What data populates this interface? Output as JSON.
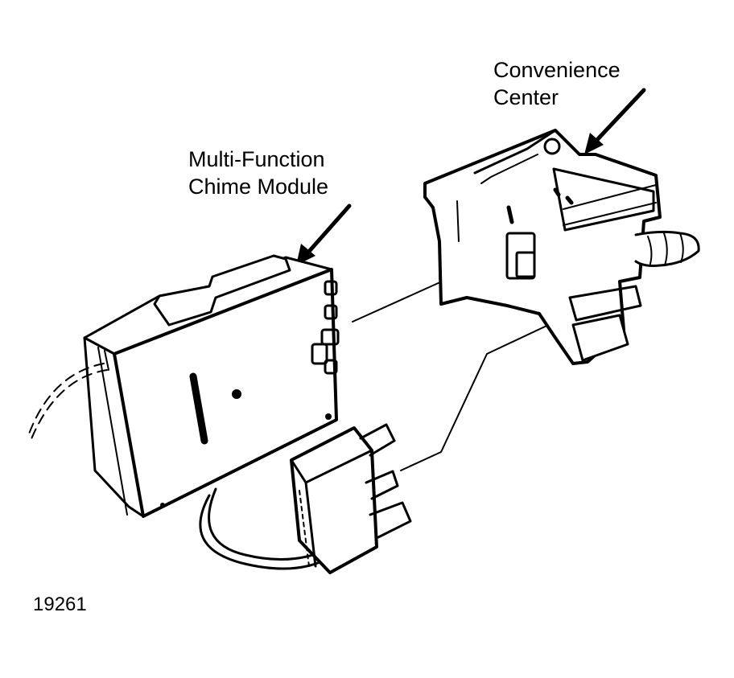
{
  "labels": {
    "convenience_center": [
      "Convenience",
      "Center"
    ],
    "chime_module": [
      "Multi-Function",
      "Chime Module"
    ]
  },
  "figure_number": "19261",
  "colors": {
    "ink": "#000000",
    "paper": "#ffffff"
  }
}
